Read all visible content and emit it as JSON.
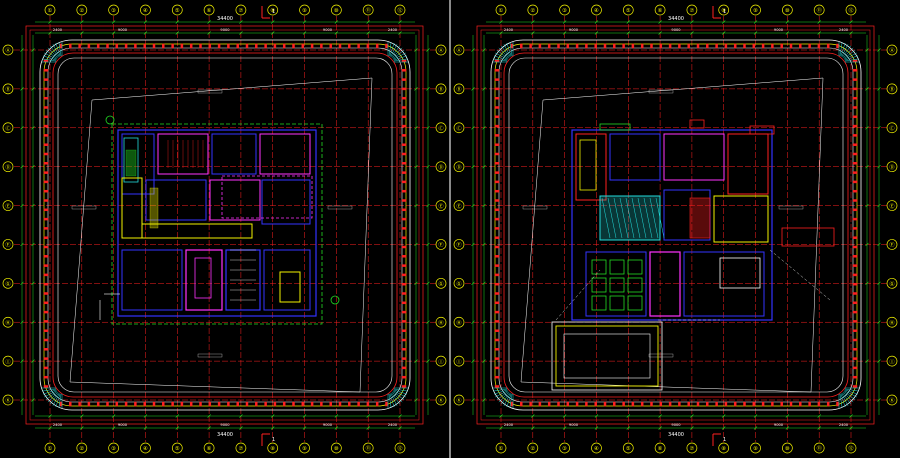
{
  "plans": [
    {
      "id": "left",
      "overall_dim": "34400",
      "section_mark": "1",
      "grid_cols": [
        "①",
        "②",
        "③",
        "④",
        "⑤",
        "⑥",
        "⑦",
        "⑧",
        "⑨",
        "⑩",
        "⑪",
        "⑫"
      ],
      "grid_rows": [
        "Ⓐ",
        "Ⓑ",
        "Ⓒ",
        "Ⓓ",
        "Ⓔ",
        "Ⓕ",
        "Ⓖ",
        "Ⓗ",
        "Ⓘ",
        "Ⓚ"
      ],
      "bay_dims": [
        "2400",
        "9000",
        "9000",
        "9000",
        "2400"
      ]
    },
    {
      "id": "right",
      "overall_dim": "34400",
      "section_mark": "1",
      "grid_cols": [
        "①",
        "②",
        "③",
        "④",
        "⑤",
        "⑥",
        "⑦",
        "⑧",
        "⑨",
        "⑩",
        "⑪",
        "⑫"
      ],
      "grid_rows": [
        "Ⓐ",
        "Ⓑ",
        "Ⓒ",
        "Ⓓ",
        "Ⓔ",
        "Ⓕ",
        "Ⓖ",
        "Ⓗ",
        "Ⓘ",
        "Ⓚ"
      ],
      "bay_dims": [
        "2400",
        "9000",
        "9000",
        "9000",
        "2400"
      ]
    }
  ],
  "colors": {
    "background": "#000000",
    "grid": "#ff2020",
    "bubble": "#f2f200",
    "wall": "#3333ff",
    "core": "#ff33ff",
    "outline": "#ffffff",
    "green": "#22dd22",
    "cyan": "#22dddd",
    "divider": "#8a8a8a"
  }
}
